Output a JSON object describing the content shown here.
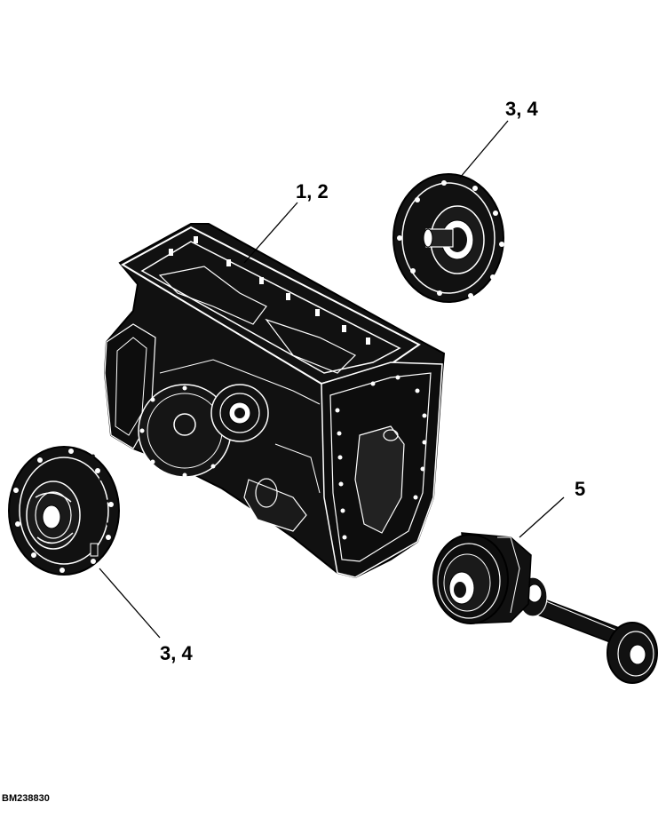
{
  "callouts": {
    "upper_right": "3, 4",
    "center": "1, 2",
    "lower_left": "3, 4",
    "lower_right": "5"
  },
  "reference_code": "BM238830",
  "colors": {
    "ink": "#000000",
    "paper": "#ffffff",
    "shade": "#1a1a1a"
  }
}
